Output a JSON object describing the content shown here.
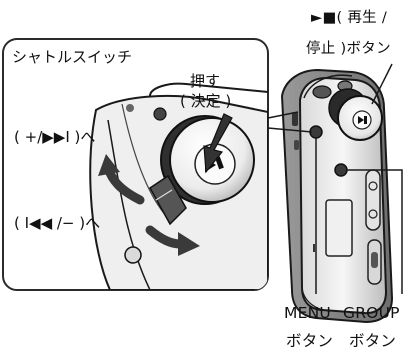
{
  "callout": {
    "title": "シャトルスイッチ",
    "press_line1": "押す",
    "press_line2": "( 決定 )",
    "forward": "( +/▶▶I )へ",
    "back": "( I◀◀ /− )へ"
  },
  "labels": {
    "play_stop_line1": "►■( 再生 /",
    "play_stop_line2": "停止 )ボタン",
    "menu_line1": "MENU",
    "menu_line2": "ボタン",
    "group_line1": "GROUP",
    "group_line2": "ボタン"
  }
}
